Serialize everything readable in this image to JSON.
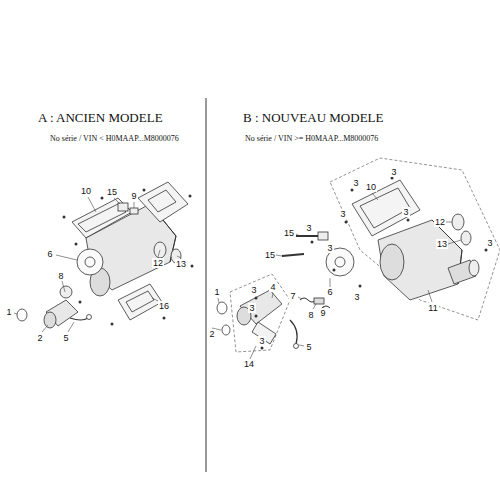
{
  "diagram": {
    "labels": [
      "A : ANCIEN MODELE",
      "No série / VIN < H0MAAP...M8000076",
      "B : NOUVEAU MODELE",
      "No série / VIN >= H0MAAP...M8000076",
      "10",
      "15",
      "9",
      "6",
      "12",
      "13",
      "8",
      "1",
      "2",
      "5",
      "16",
      "3",
      "10",
      "3",
      "3",
      "3",
      "3",
      "15",
      "15",
      "3",
      "3",
      "12",
      "3",
      "13",
      "11",
      "4",
      "3",
      "7",
      "6",
      "9",
      "8",
      "1",
      "3",
      "2",
      "3",
      "5",
      "14"
    ]
  }
}
